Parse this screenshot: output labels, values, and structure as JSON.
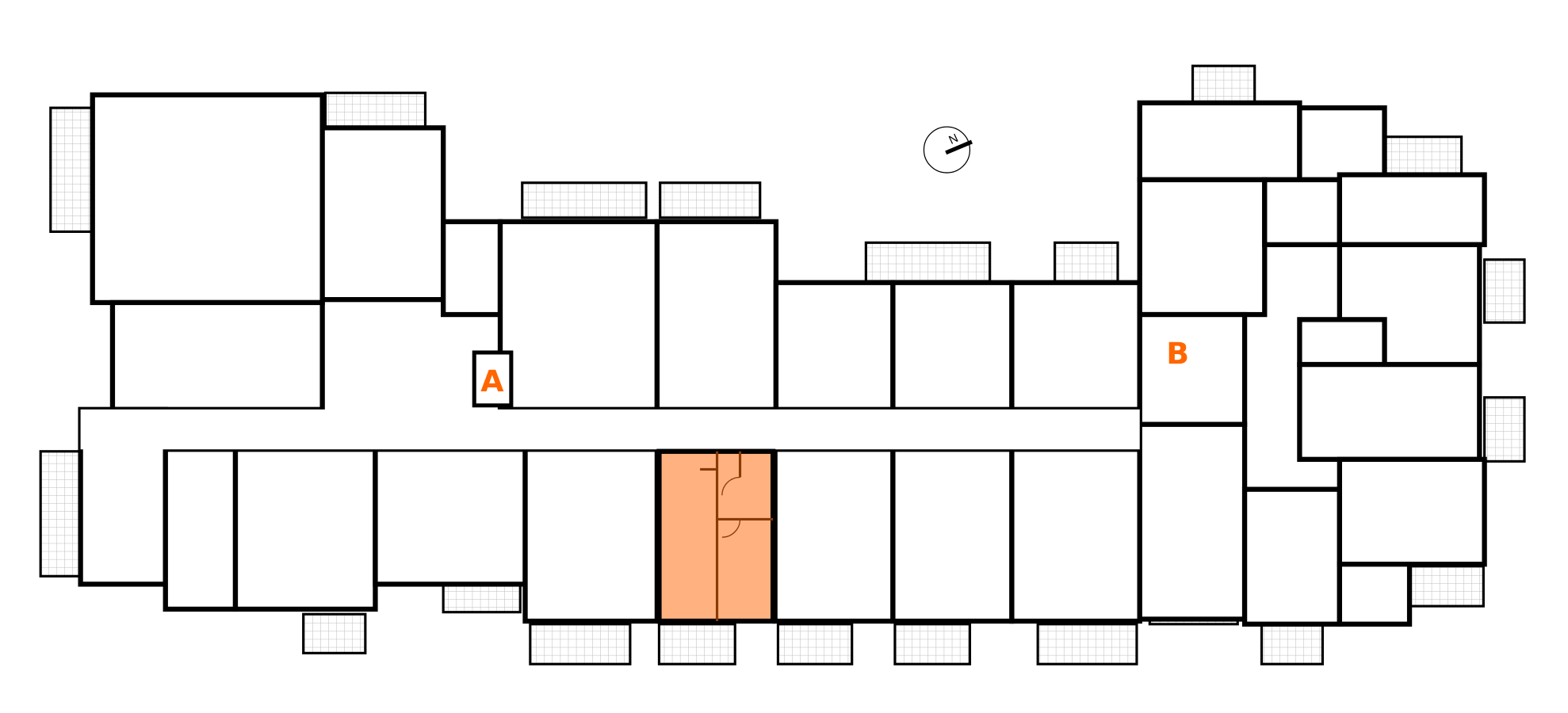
{
  "plan": {
    "section_labels": [
      "A",
      "B"
    ],
    "compass_label": "N",
    "highlighted_unit": {
      "section": "A",
      "status": "selected"
    },
    "colors": {
      "label": "#ff6600",
      "highlight_fill": "#ffb27f",
      "highlight_walls": "#8a3a05",
      "walls": "#000000"
    }
  }
}
